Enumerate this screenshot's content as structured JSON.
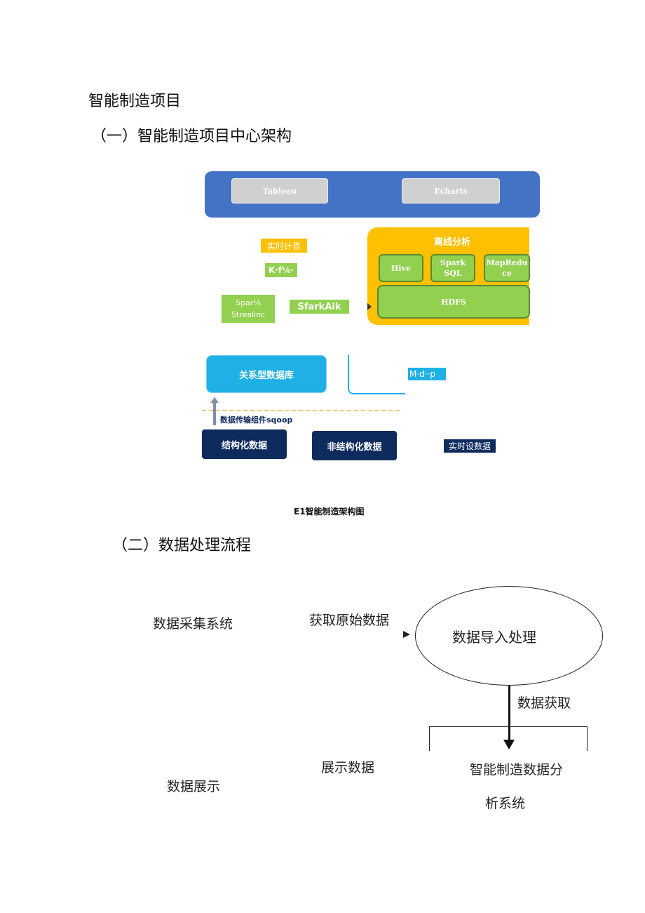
{
  "doc": {
    "title": "智能制造项目",
    "section1": "（一）智能制造项目中心架构",
    "caption": "E1智能制造架构图",
    "section2": "（二）数据处理流程"
  },
  "arch": {
    "viz_left": "Tableau",
    "viz_right": "Echarts",
    "realtime_compute": "实时计百",
    "kafka_label": "K·f⅙·",
    "spark_streaming": "Spar⅛\nStrealinc",
    "spark_link": "SfarkAik",
    "offline_title": "离线分析",
    "hive": "Hive",
    "spark_sql": "Spark\nSQL",
    "mapreduce": "MapRedu\nce",
    "hdfs": "HDFS",
    "rdb": "关系型数据库",
    "mdp": "M·d··p",
    "sqoop": "数据传输组件sqoop",
    "structured": "结构化数据",
    "unstructured": "非结构化数据",
    "realtime_data": "实时设数据",
    "colors": {
      "blue_bar": "#4472c4",
      "gray_btn": "#d0d0d0",
      "yellow": "#ffc000",
      "green": "#92d050",
      "cyan": "#1fb0e6",
      "navy": "#0d2b5c"
    }
  },
  "flow": {
    "collect": "数据采集系统",
    "get_raw": "获取原始数据",
    "import": "数据导入处理",
    "fetch": "数据获取",
    "show_data": "展示数据",
    "display": "数据展示",
    "analysis_1": "智能制造数据分",
    "analysis_2": "析系统"
  }
}
